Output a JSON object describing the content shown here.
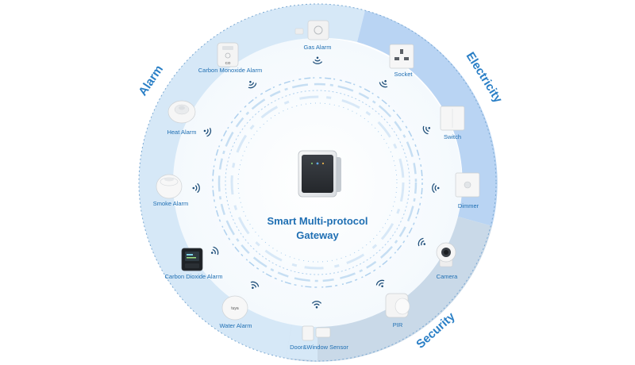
{
  "center": {
    "line1": "Smart Multi-protocol",
    "line2": "Gateway"
  },
  "segments": {
    "alarm": "Alarm",
    "electricity": "Electricity",
    "security": "Security"
  },
  "devices": {
    "gas_alarm": "Gas Alarm",
    "carbon_monoxide_alarm": "Carbon Monoxide Alarm",
    "heat_alarm": "Heat Alarm",
    "smoke_alarm": "Smoke Alarm",
    "carbon_dioxide_alarm": "Carbon Dioxide Alarm",
    "water_alarm": "Water Alarm",
    "door_window_sensor": "Door&Window Sensor",
    "pir": "PIR",
    "camera": "Camera",
    "dimmer": "Dimmer",
    "switch": "Switch",
    "socket": "Socket"
  },
  "device_marks": {
    "carbon_monoxide_label": "CO",
    "water_brand": "tuya"
  },
  "colors": {
    "alarm_ring": "#d6e8f7",
    "electricity_ring": "#b9d4f3",
    "security_ring": "#c9d9e8",
    "accent": "#2a7fc6"
  }
}
